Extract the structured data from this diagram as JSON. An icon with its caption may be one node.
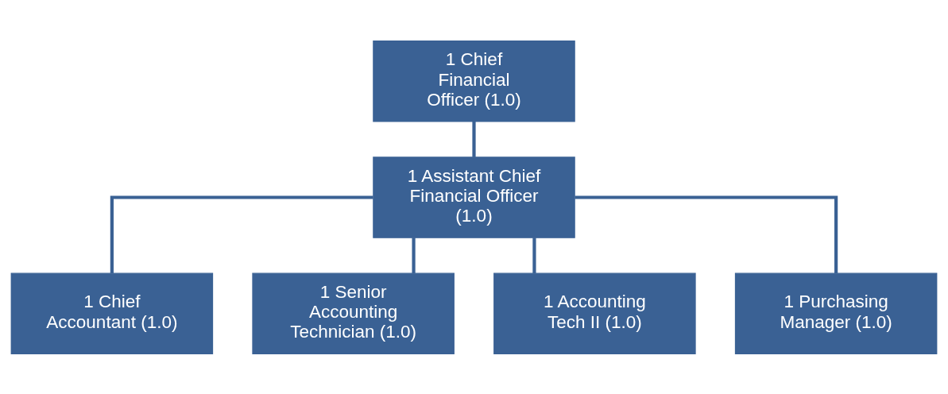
{
  "diagram": {
    "nodes": [
      {
        "text": [
          "1 Chief Financial Officer (1.0)"
        ]
      },
      {
        "text": [
          "1 Assistant Chief Financial Officer (1.0)"
        ]
      },
      {
        "text": [
          "1 Chief Accountant (1.0)"
        ]
      },
      {
        "text": [
          "1 Senior Accounting Technician (1.0)"
        ]
      },
      {
        "text": [
          "1 Accounting Tech II (1.0)"
        ]
      },
      {
        "text": [
          "1 Purchasing Manager (1.0)"
        ]
      }
    ],
    "edges": [
      {
        "from": 0,
        "to": 1,
        "arrow": "none"
      },
      {
        "from": 1,
        "to": 2,
        "arrow": "none"
      },
      {
        "from": 1,
        "to": 3,
        "arrow": "none"
      },
      {
        "from": 1,
        "to": 4,
        "arrow": "none"
      },
      {
        "from": 1,
        "to": 5,
        "arrow": "none"
      }
    ]
  }
}
